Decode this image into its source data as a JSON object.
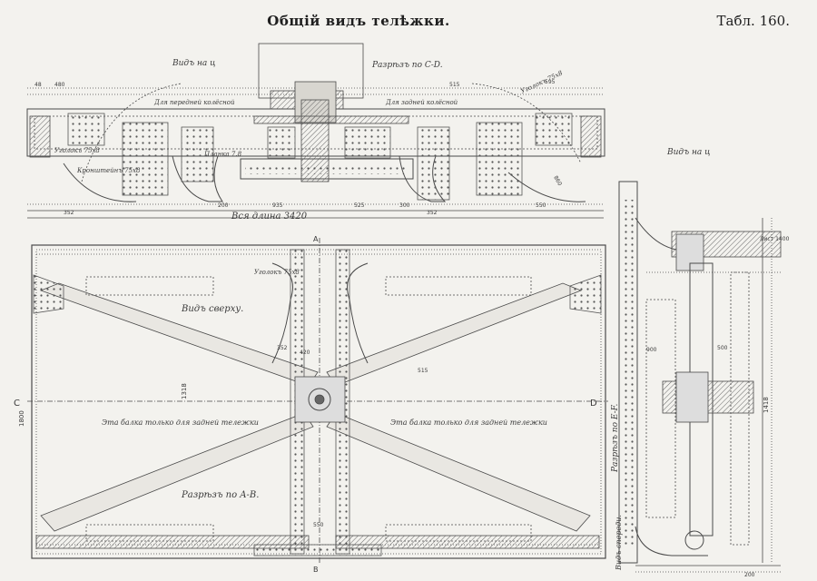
{
  "title": "Общій видъ телѣжки.",
  "table_no": "Табл. 160.",
  "labels": {
    "view_top_left": "Видъ на ц",
    "section_cd": "Разрѣзъ по C-D.",
    "angle_note": "Уголокъ 75x8",
    "front_axle": "Для передней колёсной",
    "rear_axle": "Для задней колёсной",
    "angle_left": "Уголокъ 75x8",
    "bracket_left": "Кронштейнъ 75x8",
    "plank_note": "Планка 7.8",
    "overall_length": "Вся длина 3420",
    "top_view": "Видъ сверху.",
    "beam_left": "Эта балка только для задней тележки",
    "beam_right": "Эта балка только для задней тележки",
    "section_ab": "Разрѣзъ по A-B.",
    "angle_center": "Уголокъ 75x8",
    "side_view": "Видъ на ц",
    "section_ef": "Разрѣзъ по E-F.",
    "side_bottom": "Видъ спереди.",
    "sheet_note": "Лист 1400",
    "letter_c": "C",
    "letter_d": "D",
    "letter_a": "A",
    "letter_b": "B"
  },
  "dimensions": {
    "top_overall": "3420",
    "top_480": "480",
    "top_515": "515",
    "top_935": "935",
    "top_525": "525",
    "top_550": "550",
    "top_860": "860",
    "top_352": "352",
    "top_352b": "352",
    "top_595": "595",
    "top_48": "48",
    "top_300": "300",
    "top_200": "200",
    "mid_1800": "1800",
    "mid_1318": "1318",
    "mid_515": "515",
    "mid_420": "420",
    "mid_352": "352",
    "mid_550": "550",
    "side_1418": "1418",
    "side_900": "900",
    "side_500": "500",
    "side_200": "200"
  }
}
